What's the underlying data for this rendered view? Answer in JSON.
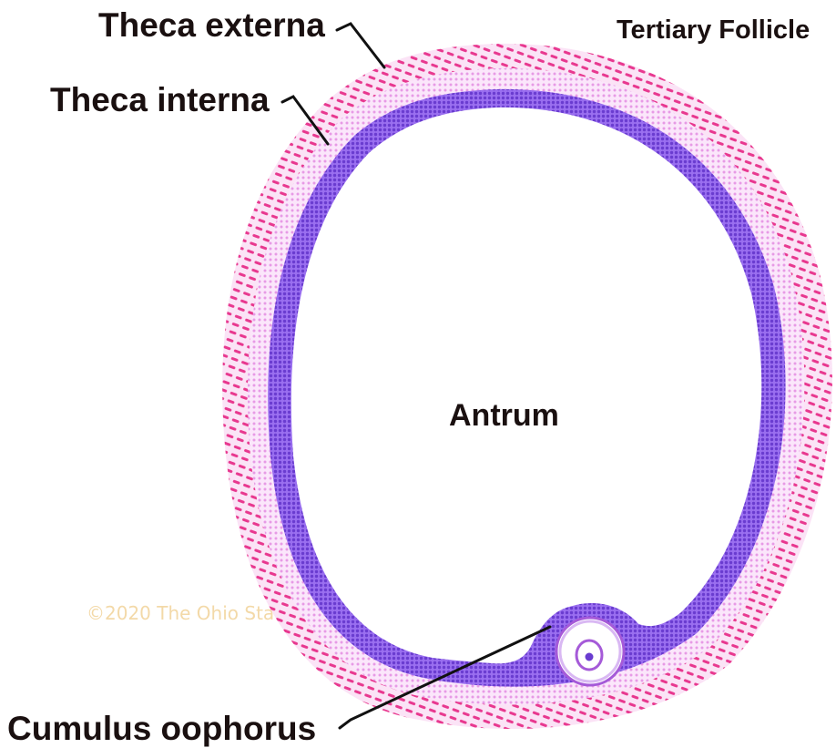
{
  "title": "Tertiary Follicle",
  "labels": {
    "theca_externa": "Theca externa",
    "theca_interna": "Theca interna",
    "antrum": "Antrum",
    "cumulus_oophorus": "Cumulus oophorus"
  },
  "watermark": "©2020 The Ohio Sta",
  "colors": {
    "theca_externa": "#e8388f",
    "theca_externa_light": "#f7c9ef",
    "theca_interna": "#f2b6f0",
    "granulosa": "#8a55e6",
    "granulosa_dark": "#6a3cd0",
    "oocyte_ring": "#a55ad8",
    "background": "#ffffff",
    "text": "#1a1010",
    "watermark": "#f3d9a8"
  }
}
